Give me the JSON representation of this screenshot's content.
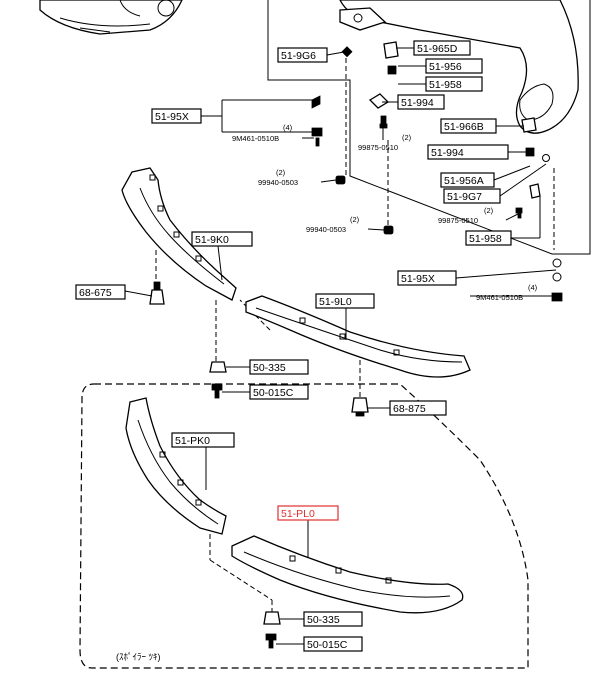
{
  "diagram": {
    "labels": {
      "p51_9g6": "51-9G6",
      "p51_965d": "51-965D",
      "p51_956": "51-956",
      "p51_958_top": "51-958",
      "p51_994_a": "51-994",
      "p51_95x_a": "51-95X",
      "p9m461_a": "9M461-0510B",
      "p99875_a": "99875-0510",
      "p51_966b": "51-966B",
      "p51_994_b": "51-994",
      "p51_956a": "51-956A",
      "p51_9g7": "51-9G7",
      "p99940_a": "99940-0503",
      "p99875_b": "99875-0510",
      "p99940_b": "99940-0503",
      "p51_958_b": "51-958",
      "p51_9k0": "51-9K0",
      "p68_675": "68-675",
      "p51_95x_b": "51-95X",
      "p9m461_b": "9M461-0510B",
      "p51_9l0": "51-9L0",
      "p50_335_a": "50-335",
      "p50_015c_a": "50-015C",
      "p68_875": "68-875",
      "p51_pk0": "51-PK0",
      "p51_pl0": "51-PL0",
      "p50_335_b": "50-335",
      "p50_015c_b": "50-015C"
    },
    "quantities": {
      "q4_a": "(4)",
      "q2_a": "(2)",
      "q2_b": "(2)",
      "q2_c": "(2)",
      "q2_d": "(2)",
      "q4_b": "(4)"
    },
    "note": "(ｽﾎﾟｲﾗｰ ﾂｷ)",
    "highlight_color": "#e03030"
  }
}
